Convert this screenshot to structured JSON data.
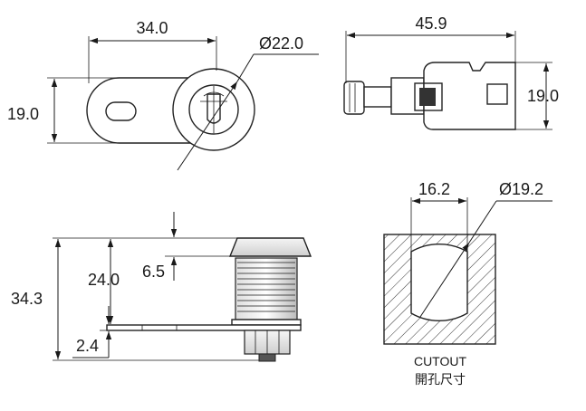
{
  "dimensions": {
    "top_left": {
      "width": "34.0",
      "height": "19.0",
      "diameter": "Ø22.0"
    },
    "top_right": {
      "width": "45.9",
      "height": "19.0"
    },
    "bottom_left": {
      "total": "34.3",
      "body": "24.0",
      "head": "6.5",
      "plate": "2.4"
    },
    "bottom_right": {
      "width": "16.2",
      "diameter": "Ø19.2"
    }
  },
  "cutout": {
    "label_en": "CUTOUT",
    "label_cn": "開孔尺寸"
  }
}
